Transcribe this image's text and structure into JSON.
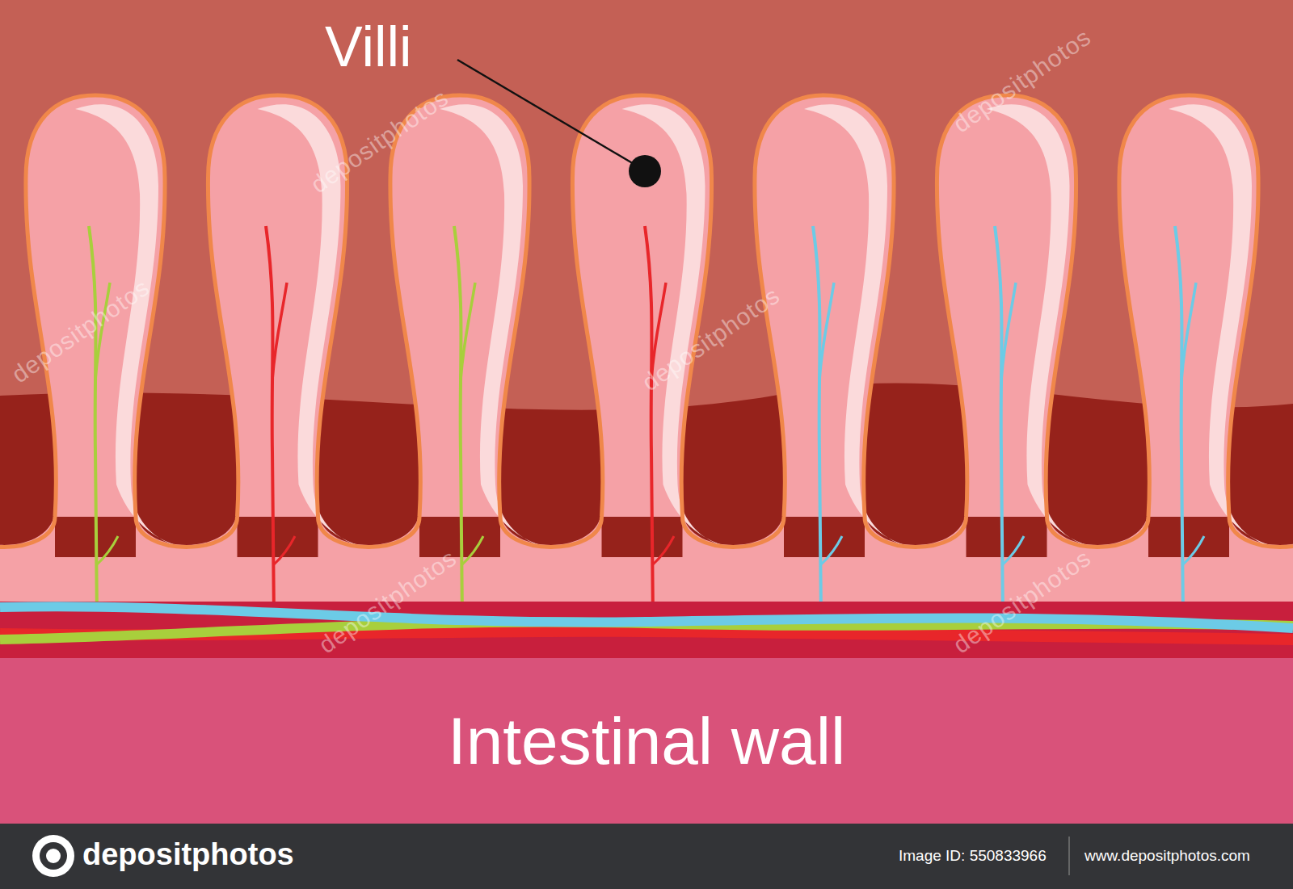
{
  "diagram": {
    "nodes": [
      {
        "text": [
          "Intestinal wall"
        ]
      },
      {
        "text": [
          "depositphotos",
          "Image ID: 550833966",
          "www.depositphotos.com"
        ]
      }
    ],
    "labels": [
      "Villi",
      "depositphotos",
      "depositphotos",
      "depositphotos",
      "depositphotos",
      "depositphotos",
      "depositphotos"
    ]
  }
}
